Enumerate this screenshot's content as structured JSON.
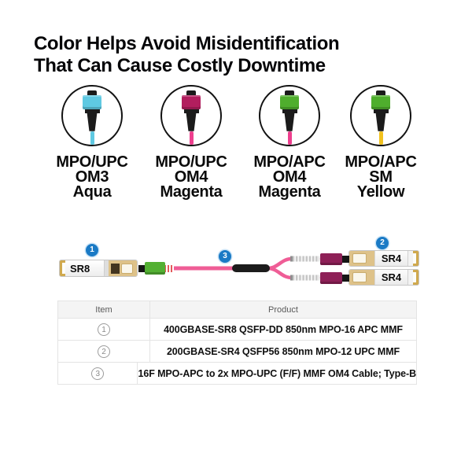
{
  "title": {
    "line1": "Color Helps Avoid Misidentification",
    "line2": "That Can Cause Costly Downtime"
  },
  "legend": {
    "items": [
      {
        "connector": "MPO/UPC",
        "fiber": "OM3",
        "color_name": "Aqua",
        "housing_color": "#5fc9e2",
        "cable_color": "#5fc9e2"
      },
      {
        "connector": "MPO/UPC",
        "fiber": "OM4",
        "color_name": "Magenta",
        "housing_color": "#b21e5e",
        "cable_color": "#ee3f8e"
      },
      {
        "connector": "MPO/APC",
        "fiber": "OM4",
        "color_name": "Magenta",
        "housing_color": "#4fae2d",
        "cable_color": "#ee3f8e"
      },
      {
        "connector": "MPO/APC",
        "fiber": "SM",
        "color_name": "Yellow",
        "housing_color": "#4fae2d",
        "cable_color": "#f1c11e"
      }
    ]
  },
  "diagram": {
    "badge_color": "#1a7ac5",
    "cable_color": "#ef5d96",
    "mpo_body_color": "#8e2057",
    "green_connector_color": "#53b033",
    "badges": {
      "left_module": "1",
      "right_modules": "2",
      "cable": "3"
    },
    "left_module": {
      "label": "SR8"
    },
    "right_modules": [
      {
        "label": "SR4"
      },
      {
        "label": "SR4"
      }
    ]
  },
  "table": {
    "headers": {
      "item": "Item",
      "product": "Product"
    },
    "rows": [
      {
        "item": "1",
        "product": "400GBASE-SR8 QSFP-DD 850nm MPO-16 APC MMF"
      },
      {
        "item": "2",
        "product": "200GBASE-SR4 QSFP56 850nm MPO-12 UPC MMF"
      },
      {
        "item": "3",
        "product": "16F MPO-APC to 2x MPO-UPC (F/F) MMF OM4 Cable; Type-B"
      }
    ]
  }
}
